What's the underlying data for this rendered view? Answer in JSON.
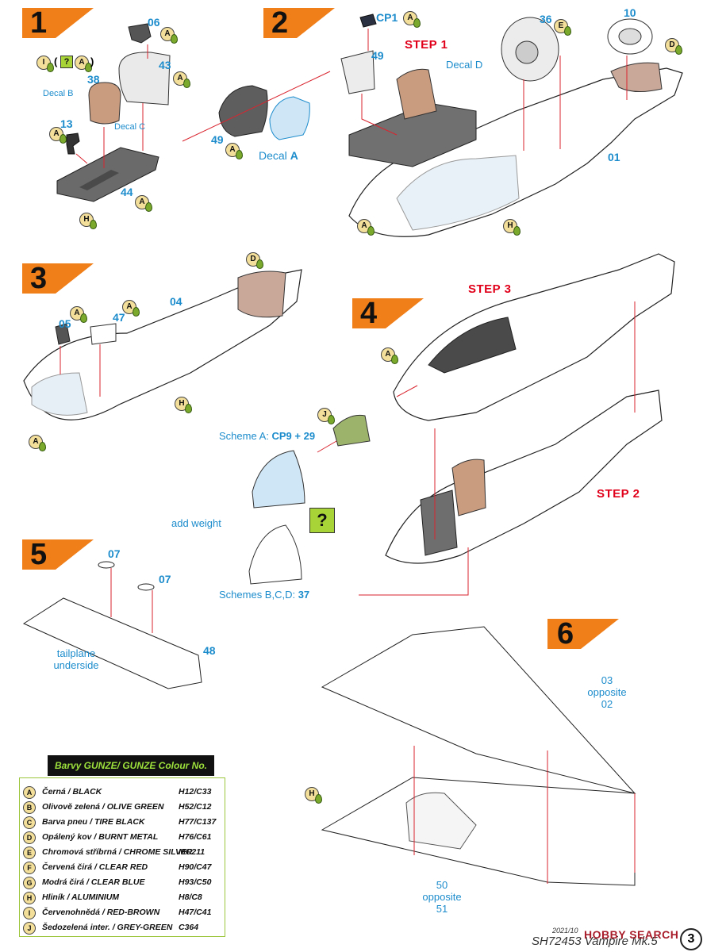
{
  "steps": [
    {
      "num": "1"
    },
    {
      "num": "2"
    },
    {
      "num": "3"
    },
    {
      "num": "4"
    },
    {
      "num": "5"
    },
    {
      "num": "6"
    }
  ],
  "colors": {
    "flag": "#f07f1a",
    "callout": "#1c8ccc",
    "step_red": "#e1001a",
    "badge": "#f3df9a",
    "drop": "#7aa92b",
    "qbox": "#a9d437",
    "legend_title_bg": "#111111",
    "legend_title_fg": "#9de13c"
  },
  "step1": {
    "parts": {
      "p06": "06",
      "p43": "43",
      "p38": "38",
      "p13": "13",
      "p44": "44",
      "p49": "49"
    },
    "decals": {
      "b": "Decal B",
      "c": "Decal C",
      "a_prefix": "Decal ",
      "a_letter": "A"
    },
    "option": {
      "open": "(",
      "q": "?",
      "close": ")"
    },
    "badges": {
      "b06": "A",
      "b43": "A",
      "b_i": "I",
      "b_opt": "A",
      "b13": "A",
      "b44": "A",
      "b_h": "H",
      "b49": "A"
    }
  },
  "step2": {
    "parts": {
      "cp1": "CP1",
      "p49": "49",
      "p36": "36",
      "p10": "10",
      "p01": "01"
    },
    "decal_d": "Decal D",
    "title": "STEP 1",
    "badges": {
      "b_cp1": "A",
      "b36": "E",
      "b10": "D",
      "b_a": "A",
      "b_h": "H"
    }
  },
  "step3": {
    "parts": {
      "p04": "04",
      "p05": "05",
      "p47": "47"
    },
    "badges": {
      "b_d": "D",
      "b05": "A",
      "b47": "A",
      "b_h": "H",
      "b_a": "A"
    }
  },
  "step4": {
    "title_top": "STEP 3",
    "title_bottom": "STEP 2",
    "scheme_a": "Scheme A: ",
    "scheme_a_parts": "CP9 + 29",
    "add_weight": "add weight",
    "scheme_bcd": "Schemes B,C,D: ",
    "scheme_bcd_part": "37",
    "q": "?",
    "badges": {
      "b_a": "A",
      "b_j": "J"
    }
  },
  "step5": {
    "parts": {
      "p07a": "07",
      "p07b": "07",
      "p48": "48"
    },
    "tail_label": "tailplane underside"
  },
  "step6": {
    "top_part": "03",
    "top_opposite": "opposite",
    "top_part2": "02",
    "bottom_part": "50",
    "bottom_opposite": "opposite",
    "bottom_part2": "51",
    "badges": {
      "b_h": "H"
    }
  },
  "legend": {
    "title": "Barvy GUNZE/ GUNZE Colour No.",
    "rows": [
      {
        "letter": "A",
        "name": "Černá / BLACK",
        "code": "H12/C33"
      },
      {
        "letter": "B",
        "name": "Olivově zelená / OLIVE GREEN",
        "code": "H52/C12"
      },
      {
        "letter": "C",
        "name": "Barva pneu / TIRE BLACK",
        "code": "H77/C137"
      },
      {
        "letter": "D",
        "name": "Opálený kov / BURNT METAL",
        "code": "H76/C61"
      },
      {
        "letter": "E",
        "name": "Chromová stříbrná / CHROME SILVER",
        "code": "MC211"
      },
      {
        "letter": "F",
        "name": "Červená čirá / CLEAR RED",
        "code": "H90/C47"
      },
      {
        "letter": "G",
        "name": "Modrá čirá / CLEAR BLUE",
        "code": "H93/C50"
      },
      {
        "letter": "H",
        "name": "Hliník / ALUMINIUM",
        "code": "H8/C8"
      },
      {
        "letter": "I",
        "name": "Červenohnědá / RED-BROWN",
        "code": "H47/C41"
      },
      {
        "letter": "J",
        "name": "Šedozelená inter. / GREY-GREEN",
        "code": "C364"
      }
    ]
  },
  "footer": {
    "date": "2021/10",
    "code": "SH72453 Vampire Mk.5",
    "watermark": "HOBBY SEARCH",
    "page": "3"
  }
}
